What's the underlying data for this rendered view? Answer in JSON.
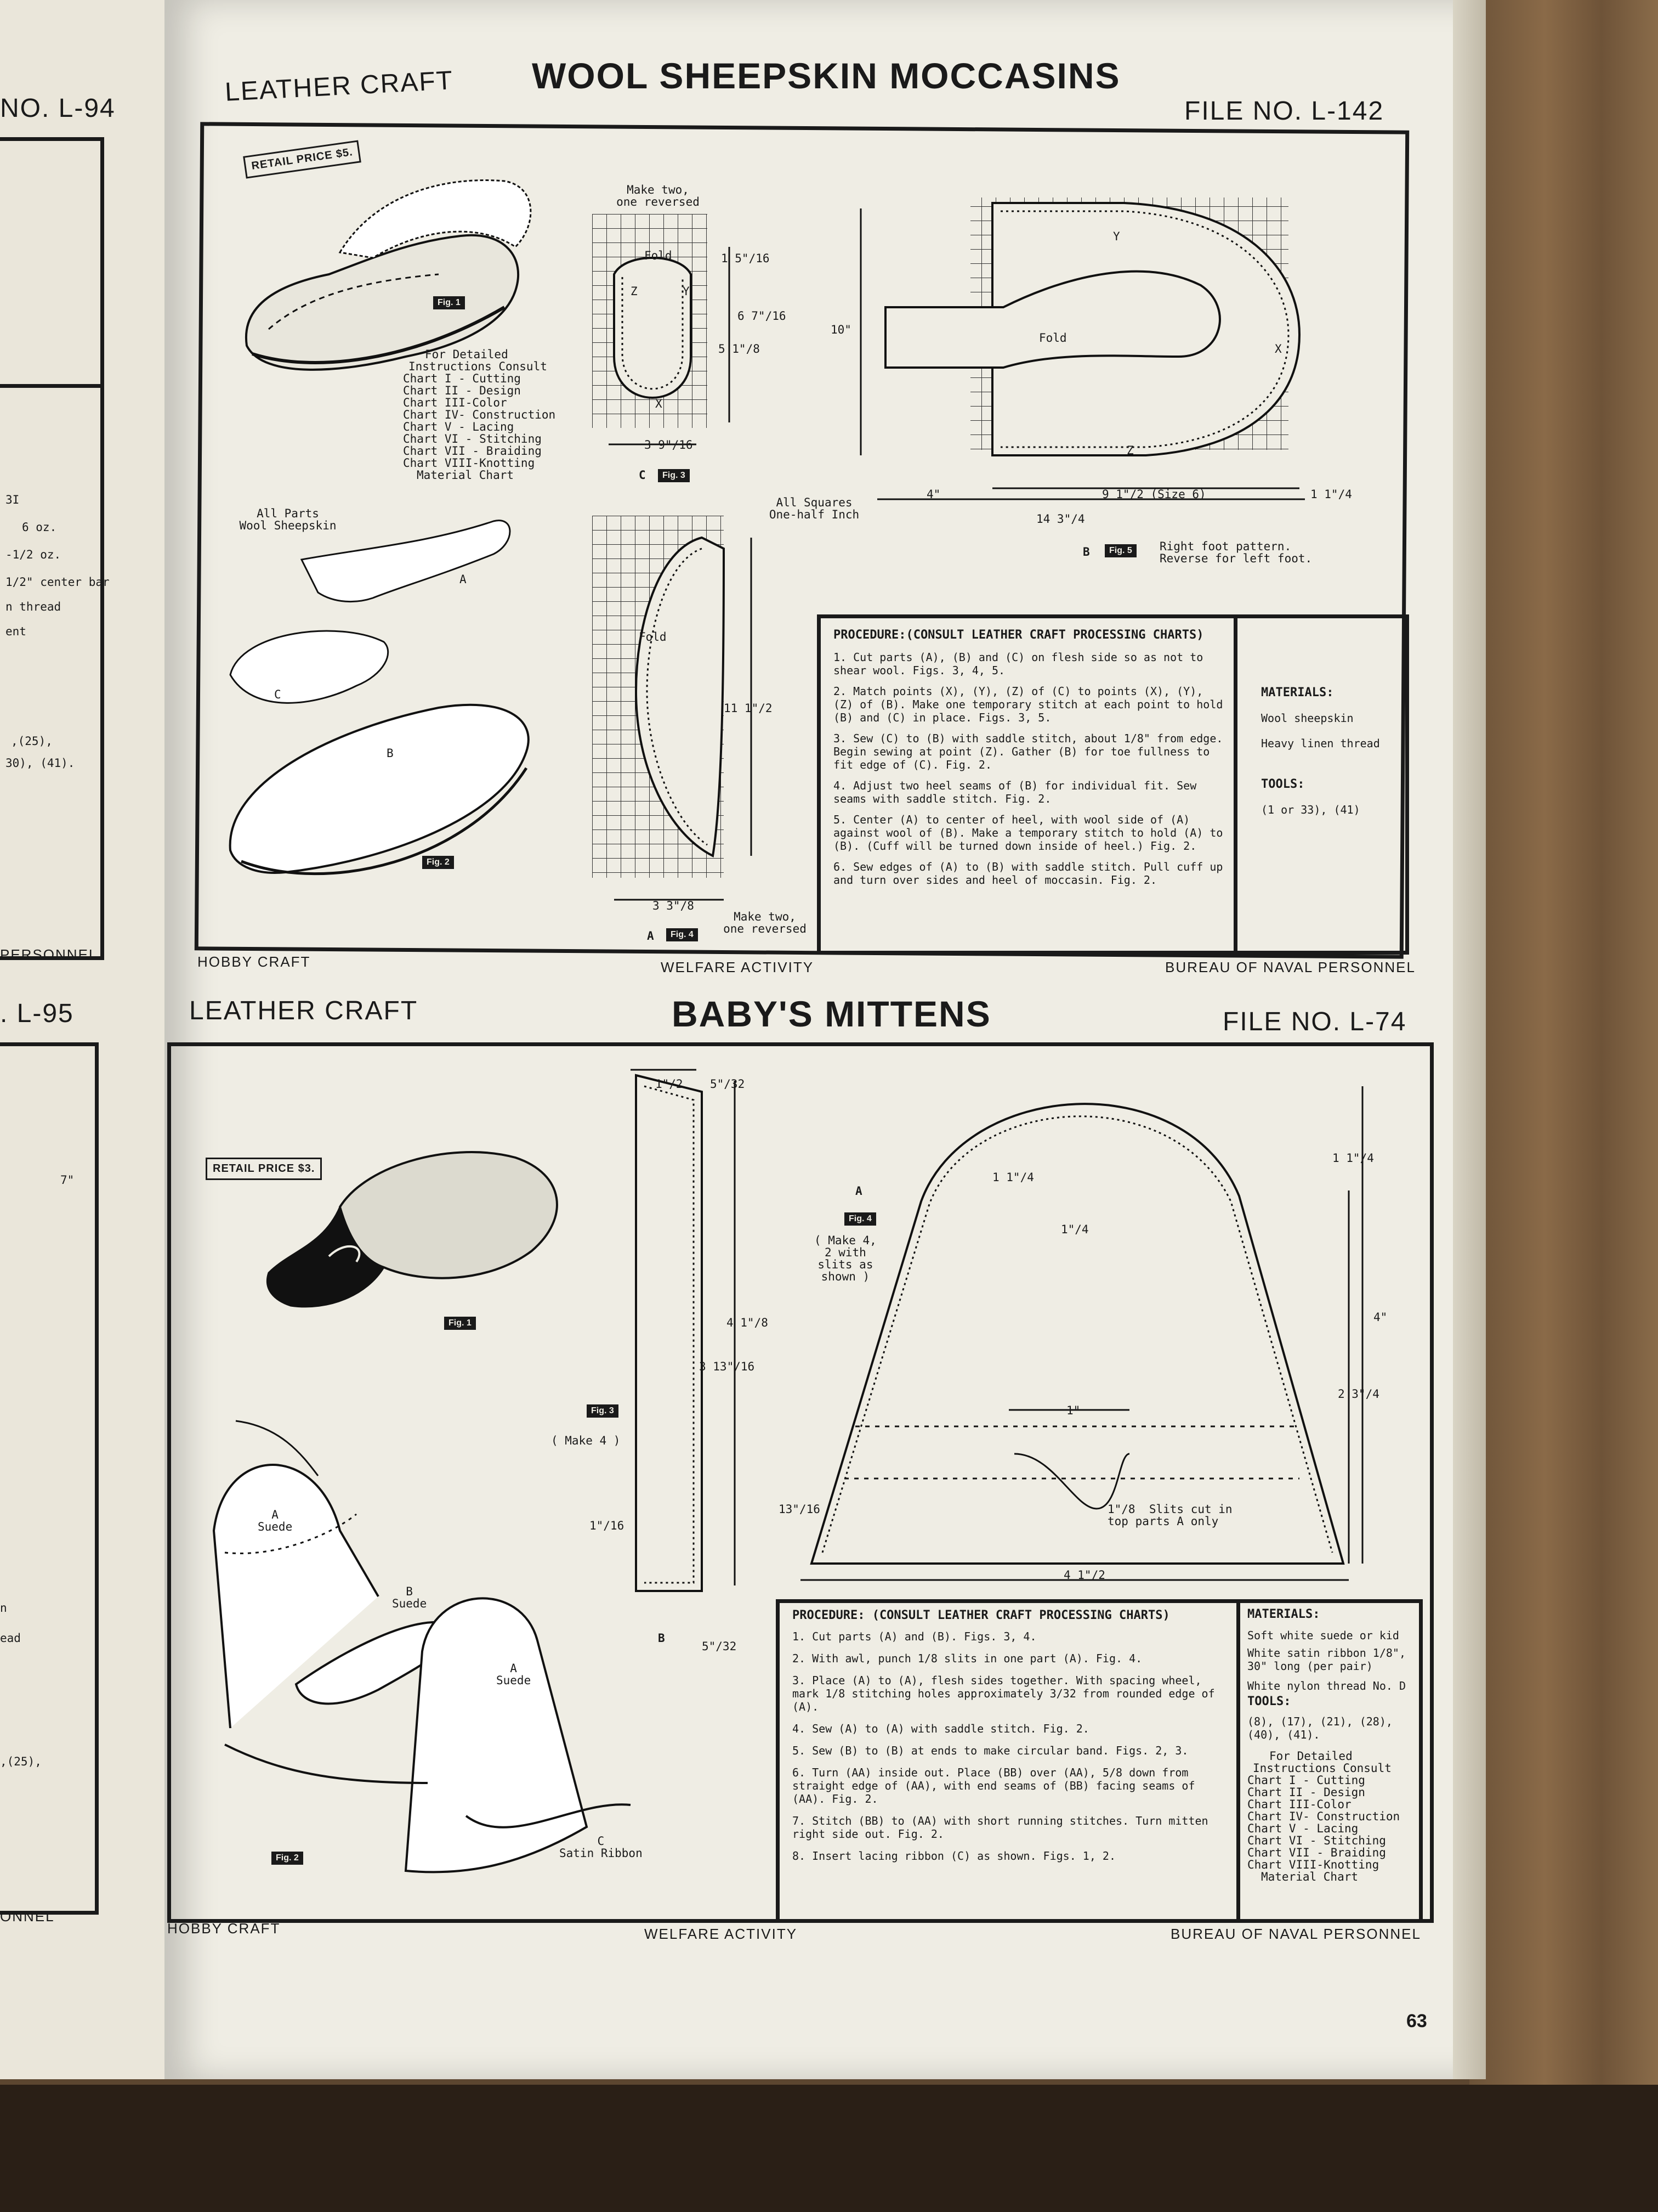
{
  "left_page": {
    "file_top": "NO. L-94",
    "file_bottom": ". L-95",
    "text_fragments": [
      "3I",
      "6 oz.",
      "-1/2 oz.",
      "1/2\" center bar",
      "n thread",
      "ent",
      ",(25),",
      "30), (41).",
      "PERSONNEL",
      "7\"",
      "n",
      "ead",
      ",(25),",
      "ONNEL"
    ]
  },
  "panel_top": {
    "category": "LEATHER CRAFT",
    "title": "WOOL SHEEPSKIN MOCCASINS",
    "file_no": "FILE NO. L-142",
    "retail_price": "RETAIL PRICE $5.",
    "fig1": "Fig. 1",
    "fig2": "Fig. 2",
    "fig3": "Fig. 3",
    "fig4": "Fig. 4",
    "fig5": "Fig. 5",
    "consult_lines": [
      "For Detailed",
      "Instructions Consult",
      "Chart I - Cutting",
      "Chart II - Design",
      "Chart III-Color",
      "Chart IV- Construction",
      "Chart V - Lacing",
      "Chart VI - Stitching",
      "Chart VII - Braiding",
      "Chart VIII-Knotting",
      "Material Chart"
    ],
    "all_parts": "All Parts\nWool Sheepskin",
    "make_two_top": "Make two,\none reversed",
    "make_two_bottom": "Make two,\none reversed",
    "labels": {
      "fold": "Fold",
      "z": "Z",
      "y": "Y",
      "x": "X",
      "a": "A",
      "b": "B",
      "c": "C"
    },
    "dims": {
      "c_top": "1 5\"/16",
      "c_mid": "6 7\"/16",
      "c_low": "5 1\"/8",
      "c_width": "3 9\"/16",
      "a_height": "11 1\"/2",
      "a_width": "3 3\"/8",
      "b_height": "10\"",
      "b_left": "4\"",
      "b_mid": "9 1\"/2 (Size 6)",
      "b_right": "1 1\"/4",
      "b_total": "14 3\"/4"
    },
    "squares": "All Squares\nOne-half Inch",
    "right_foot": "Right foot pattern.\nReverse for left foot.",
    "procedure_title": "PROCEDURE:(CONSULT LEATHER CRAFT PROCESSING CHARTS)",
    "steps": [
      "1. Cut parts (A), (B) and (C) on flesh side so as not to shear wool. Figs. 3, 4, 5.",
      "2. Match points (X), (Y), (Z) of (C) to points (X), (Y), (Z) of (B). Make one temporary stitch at each point to hold (B) and (C) in place. Figs. 3, 5.",
      "3. Sew (C) to (B) with saddle stitch, about 1/8\" from edge. Begin sewing at point (Z). Gather (B) for toe fullness to fit edge of (C). Fig. 2.",
      "4. Adjust two heel seams of (B) for individual fit. Sew seams with saddle stitch. Fig. 2.",
      "5. Center (A) to center of heel, with wool side of (A) against wool of (B). Make a temporary stitch to hold (A) to (B). (Cuff will be turned down inside of heel.) Fig. 2.",
      "6. Sew edges of (A) to (B) with saddle stitch. Pull cuff up and turn over sides and heel of moccasin. Fig. 2."
    ],
    "materials_title": "MATERIALS:",
    "materials": [
      "Wool sheepskin",
      "Heavy linen thread"
    ],
    "tools_title": "TOOLS:",
    "tools": "(1 or 33), (41)",
    "footer_left": "HOBBY CRAFT",
    "footer_mid": "WELFARE ACTIVITY",
    "footer_right": "BUREAU OF NAVAL PERSONNEL"
  },
  "panel_bottom": {
    "category": "LEATHER CRAFT",
    "title": "BABY'S MITTENS",
    "file_no": "FILE NO. L-74",
    "retail_price": "RETAIL PRICE $3.",
    "fig1": "Fig. 1",
    "fig2": "Fig. 2",
    "fig3": "Fig. 3",
    "fig4": "Fig. 4",
    "make4_a": "( Make 4,\n2 with\nslits as\nshown )",
    "make4_b": "( Make 4 )",
    "labels": {
      "a": "A",
      "b": "B",
      "a_suede": "A\nSuede",
      "b_suede": "B\nSuede",
      "c_ribbon": "C\nSatin Ribbon"
    },
    "dims": {
      "b_top_left": "1\"/2",
      "b_top_right": "5\"/32",
      "b_h1": "4 1\"/8",
      "b_h2": "3 13\"/16",
      "b_w": "1\"/16",
      "b_bottom": "5\"/32",
      "a_curve": "1 1\"/4",
      "a_inner": "1\"/4",
      "a_top_right": "1 1\"/4",
      "a_height": "4\"",
      "a_mid": "2 3\"/4",
      "a_slit": "1\"",
      "a_bottom_left": "13\"/16",
      "a_width": "4 1\"/2",
      "a_slit_note": "1\"/8  Slits cut in\ntop parts A only"
    },
    "procedure_title": "PROCEDURE: (CONSULT LEATHER CRAFT PROCESSING CHARTS)",
    "steps": [
      "1. Cut parts (A) and (B). Figs. 3, 4.",
      "2. With awl, punch 1/8 slits in one part (A). Fig. 4.",
      "3. Place (A) to (A), flesh sides together. With spacing wheel, mark 1/8 stitching holes approximately 3/32 from rounded edge of (A).",
      "4. Sew (A) to (A) with saddle stitch. Fig. 2.",
      "5. Sew (B) to (B) at ends to make circular band. Figs. 2, 3.",
      "6. Turn (AA) inside out. Place (BB) over (AA), 5/8 down from straight edge of (AA), with end seams of (BB) facing seams of (AA). Fig. 2.",
      "7. Stitch (BB) to (AA) with short running stitches. Turn mitten right side out. Fig. 2.",
      "8. Insert lacing ribbon (C) as shown. Figs. 1, 2."
    ],
    "materials_title": "MATERIALS:",
    "materials": [
      "Soft white suede or kid",
      "White satin ribbon 1/8\", 30\" long (per pair)",
      "White nylon thread No. D"
    ],
    "tools_title": "TOOLS:",
    "tools": "(8), (17), (21), (28), (40), (41).",
    "consult_lines": [
      "For Detailed",
      "Instructions Consult",
      "Chart I - Cutting",
      "Chart II - Design",
      "Chart III-Color",
      "Chart IV- Construction",
      "Chart V - Lacing",
      "Chart VI - Stitching",
      "Chart VII - Braiding",
      "Chart VIII-Knotting",
      "Material Chart"
    ],
    "footer_left": "HOBBY CRAFT",
    "footer_mid": "WELFARE ACTIVITY",
    "footer_right": "BUREAU OF NAVAL PERSONNEL"
  },
  "page_number": "63"
}
